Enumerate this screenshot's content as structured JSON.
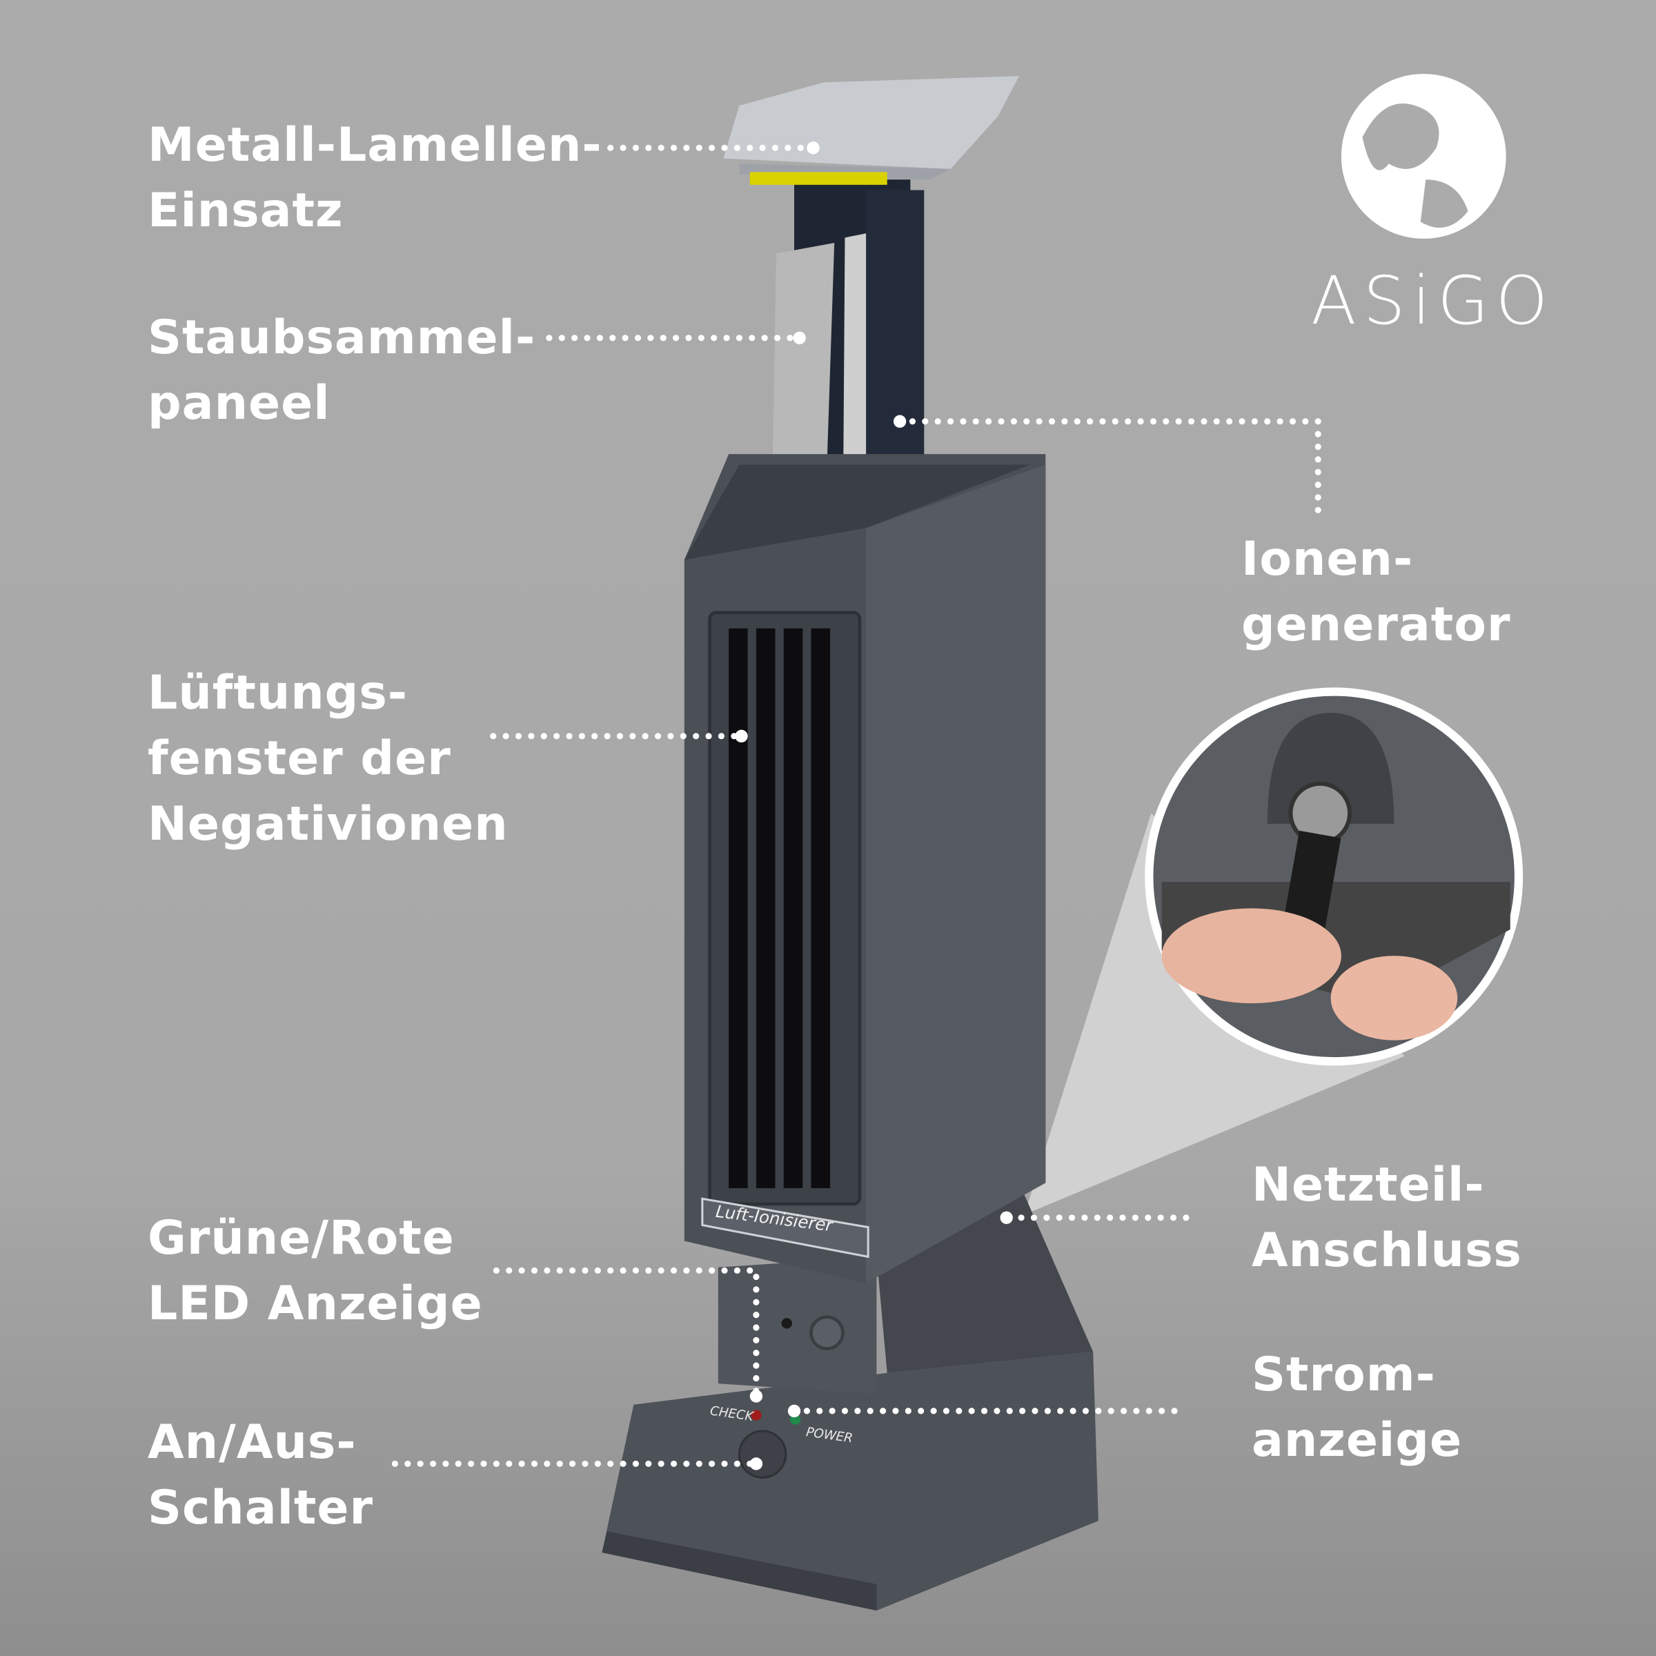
{
  "brand": {
    "name": "ASiGO"
  },
  "device": {
    "badge": "Luft-Ionisierer",
    "check_label": "CHECK",
    "power_label": "POWER"
  },
  "labels": {
    "lamellen": [
      "Metall-Lamellen-",
      "Einsatz"
    ],
    "staub": [
      "Staubsammel-",
      "paneel"
    ],
    "lueftung": [
      "Lüftungs-",
      "fenster der",
      "Negativionen"
    ],
    "led": [
      "Grüne/Rote",
      "LED Anzeige"
    ],
    "schalter": [
      "An/Aus-",
      "Schalter"
    ],
    "ionen": [
      "Ionen-",
      "generator"
    ],
    "netzteil": [
      "Netzteil-",
      "Anschluss"
    ],
    "strom": [
      "Strom-",
      "anzeige"
    ]
  },
  "colors": {
    "background": "#ababab",
    "device": "#4b4f56",
    "label": "#ffffff",
    "led_red": "#a01c1c",
    "led_green": "#1f8a4a"
  }
}
